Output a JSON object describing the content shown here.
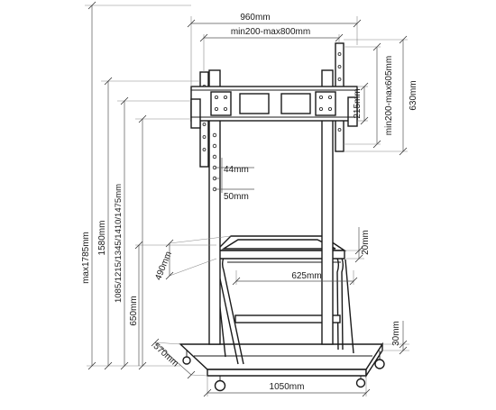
{
  "dimensions": {
    "top_width": "960mm",
    "vesa_horizontal": "min200-max800mm",
    "bracket_height": "215mm",
    "vesa_vertical": "min200-max605mm",
    "side_height_630": "630mm",
    "max_height": "max1785mm",
    "height_1580": "1580mm",
    "height_levels": "1085/1215/1345/1410/1475mm",
    "hole_spacing_44": "44mm",
    "hole_spacing_50": "50mm",
    "shelf_depth": "490mm",
    "shelf_width": "625mm",
    "shelf_rim": "20mm",
    "shelf_height": "650mm",
    "base_depth": "570mm",
    "base_width": "1050mm",
    "base_thickness": "30mm"
  }
}
